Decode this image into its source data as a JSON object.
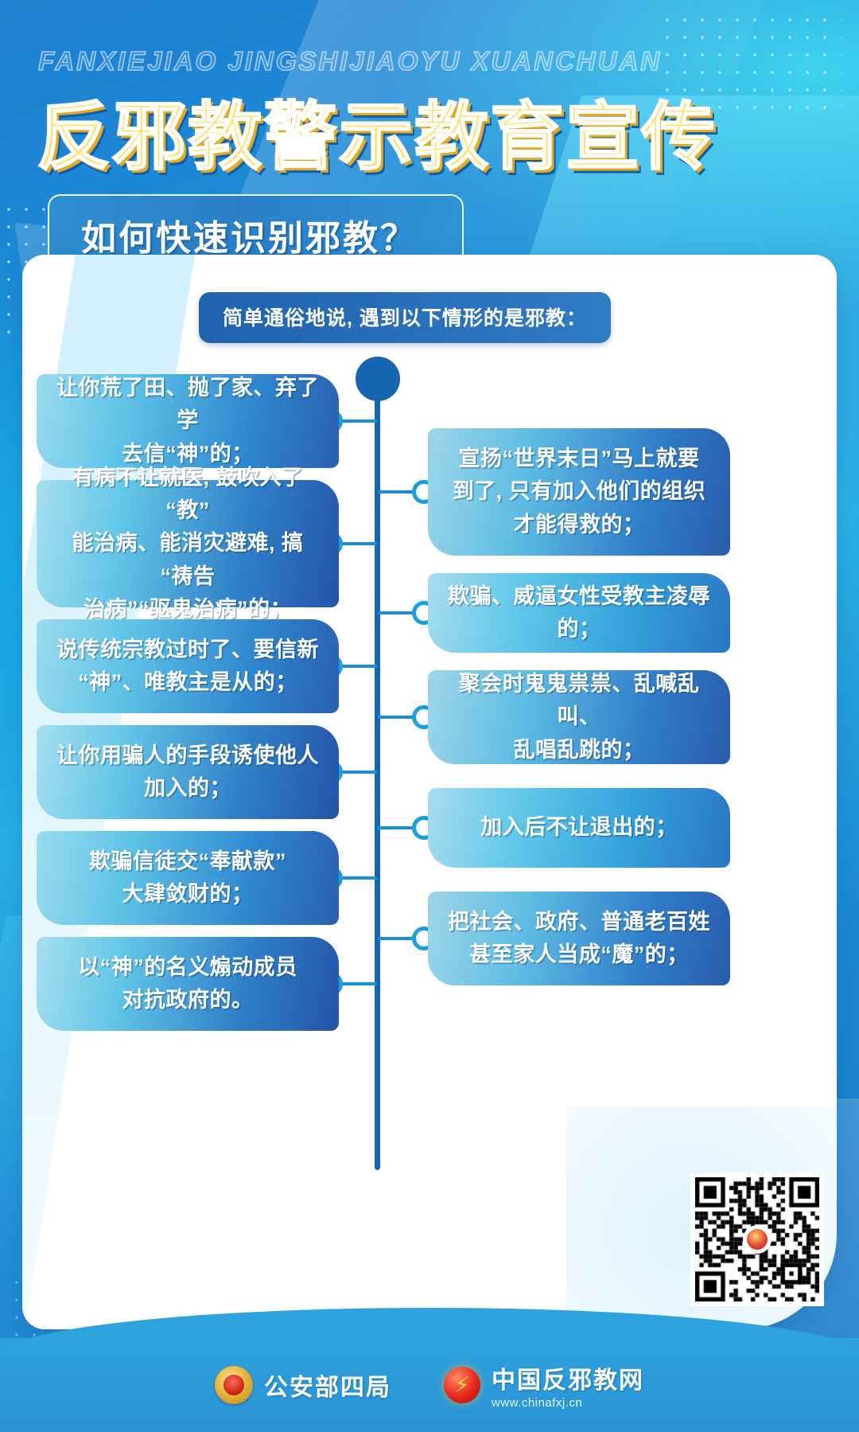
{
  "header": {
    "pinyin": "FANXIEJIAO  JINGSHIJIAOYU  XUANCHUAN",
    "title": "反邪教警示教育宣传",
    "subtitle": "如何快速识别邪教？"
  },
  "intro": "简单通俗地说, 遇到以下情形的是邪教：",
  "left_items": [
    "让你荒了田、抛了家、弃了学\n去信“神”的；",
    "有病不让就医, 鼓吹入了“教”\n能治病、能消灾避难, 搞“祷告\n治病”“驱鬼治病”的；",
    "说传统宗教过时了、要信新\n“神”、唯教主是从的；",
    "让你用骗人的手段诱使他人\n加入的；",
    "欺骗信徒交“奉献款”\n大肆敛财的；",
    "以“神”的名义煽动成员\n对抗政府的。"
  ],
  "right_items": [
    "宣扬“世界末日”马上就要\n到了, 只有加入他们的组织\n才能得救的；",
    "欺骗、威逼女性受教主凌辱的；",
    "聚会时鬼鬼祟祟、乱喊乱叫、\n乱唱乱跳的；",
    "加入后不让退出的；",
    "把社会、政府、普通老百姓\n甚至家人当成“魔”的；"
  ],
  "footer": {
    "org1": "公安部四局",
    "org2": "中国反邪教网",
    "org2_url": "www.chinafxj.cn"
  },
  "colors": {
    "title_yellow": "#ffe169",
    "spine_blue": "#1565b0",
    "ring_blue": "#19a0dc",
    "panel_white": "#ffffff"
  }
}
